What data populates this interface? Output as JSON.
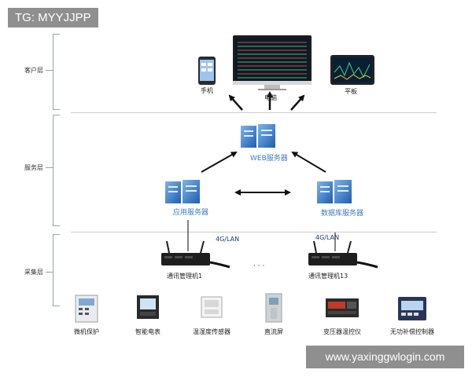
{
  "watermark_tl": "TG: MYYJJPP",
  "watermark_br": "www.yaxinggwlogin.com",
  "layers": {
    "client": "客户层",
    "service": "服务层",
    "collection": "采集层"
  },
  "clients": {
    "phone": "手机",
    "pc": "电脑",
    "tablet": "平板"
  },
  "servers": {
    "web": "WEB服务器",
    "app": "应用服务器",
    "db": "数据库服务器"
  },
  "network": {
    "link1": "4G/LAN",
    "link2": "4G/LAN",
    "dots": "·  ·  ·"
  },
  "gateways": {
    "gw1": "通讯管理机1",
    "gw13": "通讯管理机13"
  },
  "devices": [
    {
      "label": "微机保护"
    },
    {
      "label": "智能电表"
    },
    {
      "label": "温湿度传感器"
    },
    {
      "label": "直流屏"
    },
    {
      "label": "变压器温控仪"
    },
    {
      "label": "无功补偿控制器"
    }
  ]
}
